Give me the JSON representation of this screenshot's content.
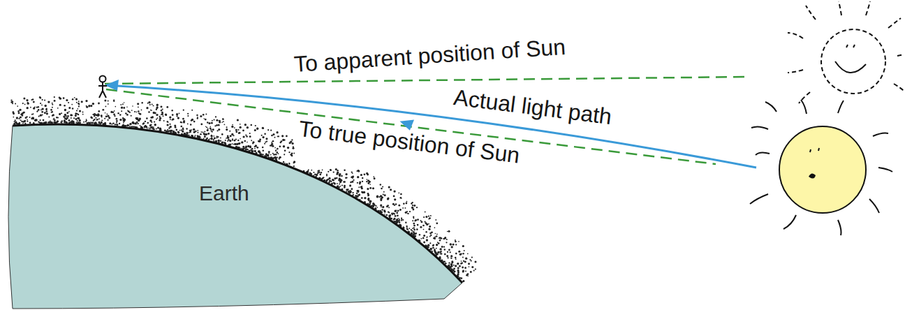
{
  "diagram": {
    "nodes": [
      {
        "text": [
          "Earth"
        ]
      }
    ],
    "labels": [
      "To apparent position of Sun",
      "Actual light path",
      "To true position of Sun"
    ]
  }
}
